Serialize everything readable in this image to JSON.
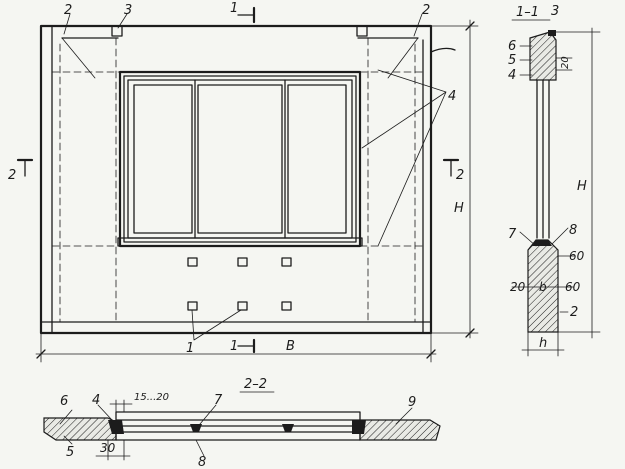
{
  "sections": {
    "s11": "1–1",
    "s22": "2–2"
  },
  "cut_marks": {
    "cut1_top": "1",
    "cut1_bottom": "1",
    "cut2_left": "2",
    "cut2_right": "2"
  },
  "callouts": {
    "front_2_left": "2",
    "front_3_top": "3",
    "front_2_right": "2",
    "front_4": "4",
    "front_1_bottom": "1",
    "s11_3": "3",
    "s11_6": "6",
    "s11_5": "5",
    "s11_4": "4",
    "s11_7": "7",
    "s11_8": "8",
    "s11_2": "2",
    "s22_6": "6",
    "s22_4": "4",
    "s22_7": "7",
    "s22_9": "9",
    "s22_5": "5",
    "s22_8": "8"
  },
  "dimensions": {
    "height_front": "H",
    "width_front": "B",
    "height_side": "H",
    "thickness_side": "h",
    "dim_20_top": "20",
    "dim_60_a": "60",
    "dim_20_bottom": "20",
    "dim_b": "b",
    "dim_60_b": "60",
    "dim_15_20": "15...20",
    "dim_30": "30"
  },
  "colors": {
    "ink": "#1c1c1c",
    "paper": "#f5f6f2"
  }
}
